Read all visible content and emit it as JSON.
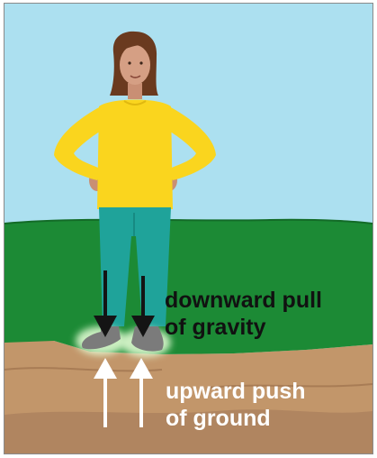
{
  "labels": {
    "gravity_line1": "downward pull",
    "gravity_line2": "of gravity",
    "ground_line1": "upward push",
    "ground_line2": "of ground"
  },
  "colors": {
    "sky": "#ace0f0",
    "grass": "#1c8a35",
    "soil": "#c2966a",
    "shirt": "#fad51e",
    "pants": "#1fa39a",
    "hair": "#6a3a1f",
    "skin": "#d59f84",
    "shoe": "#7b7b7b",
    "gravity_arrow": "#141414",
    "ground_arrow": "#ffffff"
  },
  "icons": {
    "gravity_arrows": "down-arrow",
    "ground_arrows": "up-arrow"
  }
}
